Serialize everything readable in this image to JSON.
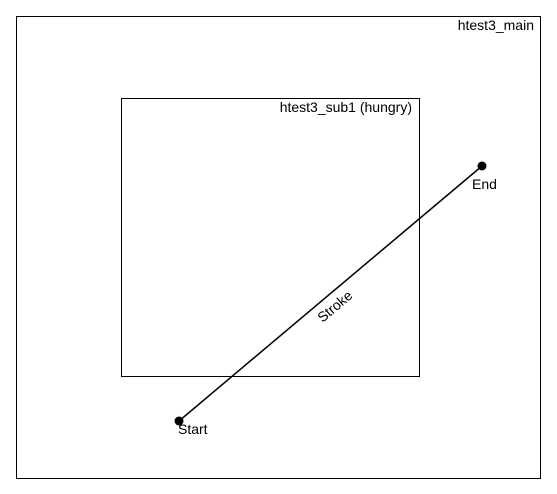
{
  "main_window": {
    "label": "htest3_main"
  },
  "sub_window": {
    "label": "htest3_sub1 (hungry)"
  },
  "stroke": {
    "label": "Stroke",
    "start_label": "Start",
    "end_label": "End"
  },
  "colors": {
    "line": "#000000",
    "background": "#ffffff"
  }
}
